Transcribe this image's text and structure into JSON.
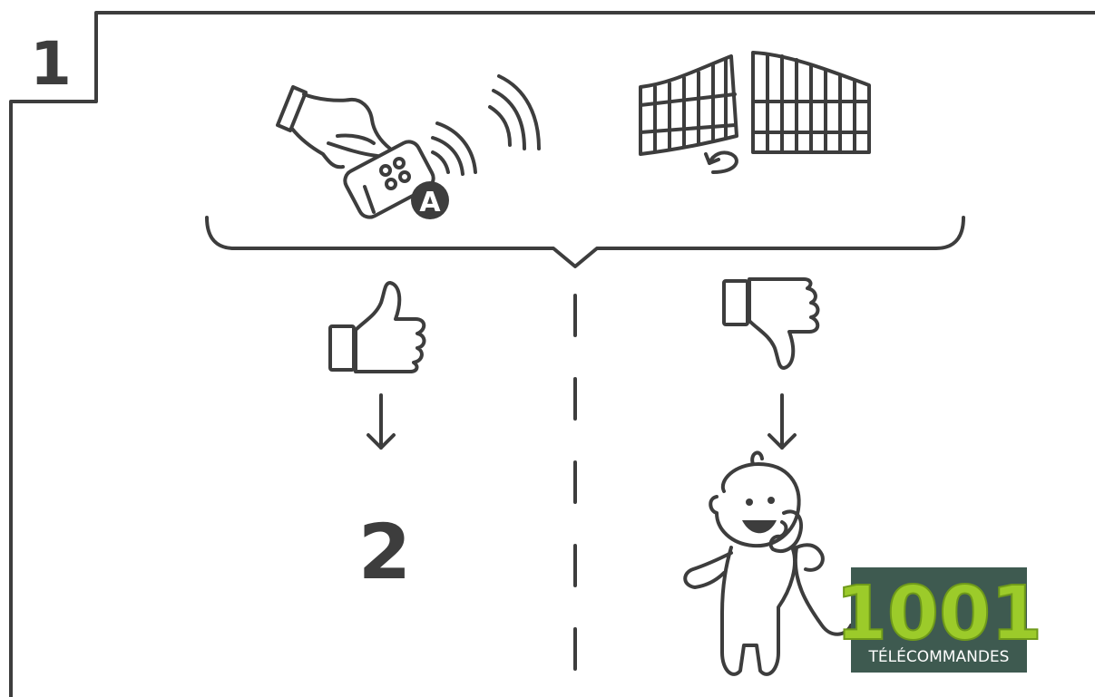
{
  "step": {
    "number": "1"
  },
  "badge": {
    "letter": "A"
  },
  "outcome_success": {
    "next_step": "2"
  },
  "logo": {
    "digits": "1001",
    "wordmark": "TÉLÉCOMMANDES",
    "digit_color": "#9ccb2a",
    "background_color": "#3e5a50"
  },
  "colors": {
    "stroke": "#3d3d3d",
    "background": "#ffffff"
  }
}
